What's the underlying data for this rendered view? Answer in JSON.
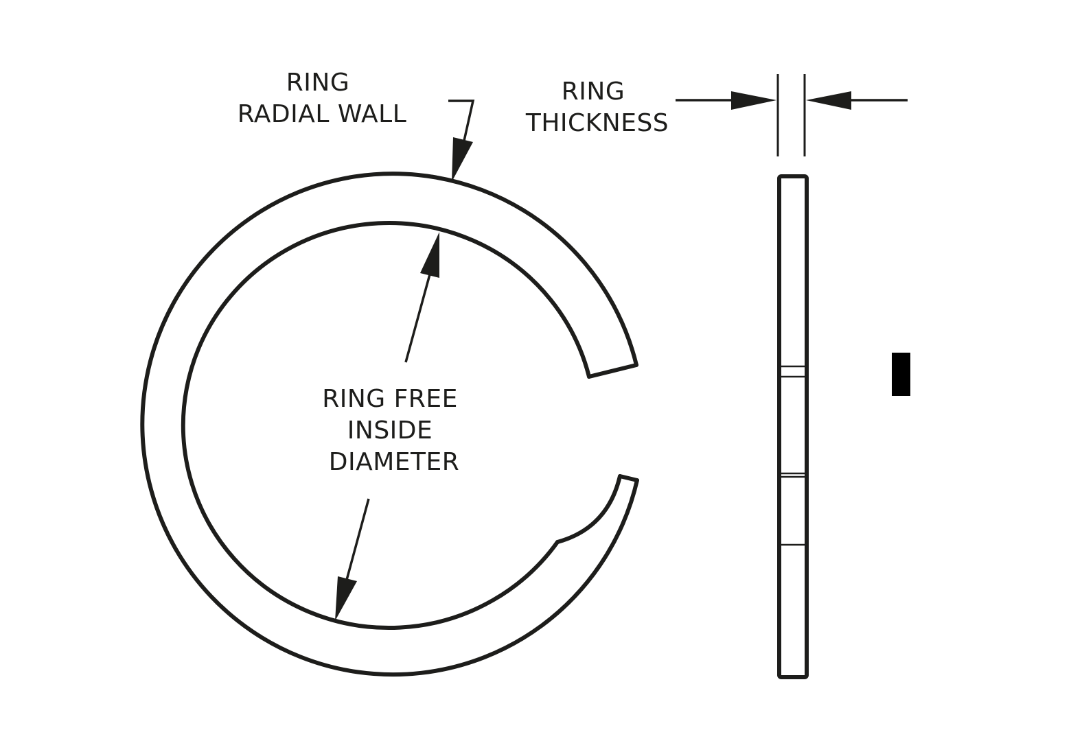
{
  "labels": {
    "radial_wall": [
      "RING",
      "RADIAL WALL"
    ],
    "thickness": [
      "RING",
      "THICKNESS"
    ],
    "inside_diameter": [
      "RING FREE",
      "INSIDE",
      "DIAMETER"
    ]
  },
  "colors": {
    "stroke": "#1d1d1b",
    "background": "#ffffff"
  }
}
